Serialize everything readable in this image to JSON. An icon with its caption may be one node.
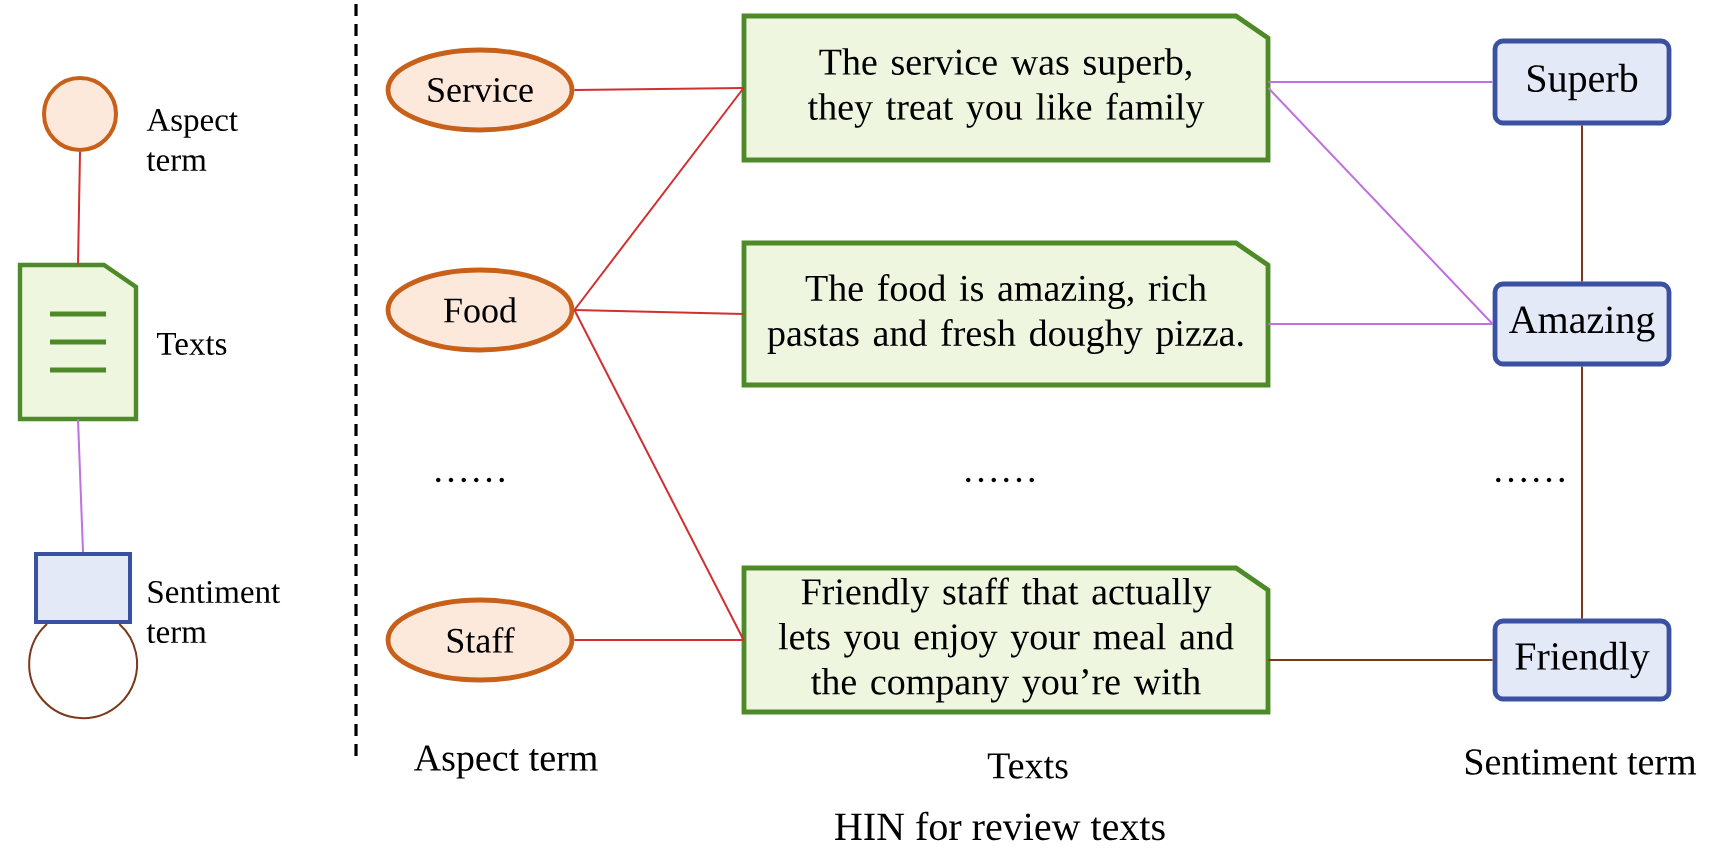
{
  "diagram": {
    "caption": "HIN for review texts",
    "nodes": [
      {
        "text": [],
        "shape": "circle",
        "beside": [
          "Aspect term"
        ]
      },
      {
        "text": [],
        "shape": "document",
        "beside": [
          "Texts"
        ]
      },
      {
        "text": [],
        "shape": "box",
        "beside": [
          "Sentiment term"
        ]
      },
      {
        "text": [
          "Service"
        ]
      },
      {
        "text": [
          "Food"
        ]
      },
      {
        "text": [
          "Staff"
        ]
      },
      {
        "text": [
          "The service was superb, they treat you like family"
        ]
      },
      {
        "text": [
          "The food is amazing, rich pastas and fresh doughy pizza."
        ]
      },
      {
        "text": [
          "Friendly staff that actually lets you enjoy your meal and the company you’re with"
        ]
      },
      {
        "text": [
          "Superb"
        ]
      },
      {
        "text": [
          "Amazing"
        ]
      },
      {
        "text": [
          "Friendly"
        ]
      }
    ],
    "edges": [
      {
        "from": 0,
        "to": 1,
        "arrow": "none"
      },
      {
        "from": 1,
        "to": 2,
        "arrow": "none",
        "color": "#c070e0"
      },
      {
        "from": 2,
        "to": 2,
        "arrow": "none",
        "color": "#7a3a1a"
      },
      {
        "from": 3,
        "to": 6,
        "arrow": "none"
      },
      {
        "from": 4,
        "to": 6,
        "arrow": "none"
      },
      {
        "from": 4,
        "to": 7,
        "arrow": "none"
      },
      {
        "from": 4,
        "to": 8,
        "arrow": "none"
      },
      {
        "from": 5,
        "to": 8,
        "arrow": "none"
      },
      {
        "from": 6,
        "to": 9,
        "arrow": "none",
        "color": "#c070e0"
      },
      {
        "from": 6,
        "to": 10,
        "arrow": "none",
        "color": "#c070e0"
      },
      {
        "from": 7,
        "to": 10,
        "arrow": "none",
        "color": "#c070e0"
      },
      {
        "from": 8,
        "to": 11,
        "arrow": "none",
        "color": "#7a3a1a"
      },
      {
        "from": 9,
        "to": 10,
        "arrow": "none",
        "color": "#7a3a1a"
      },
      {
        "from": 10,
        "to": 11,
        "arrow": "none",
        "color": "#7a3a1a"
      }
    ],
    "labels": [
      "……",
      "……",
      "……",
      "Aspect term",
      "Texts",
      "Sentiment term"
    ]
  }
}
